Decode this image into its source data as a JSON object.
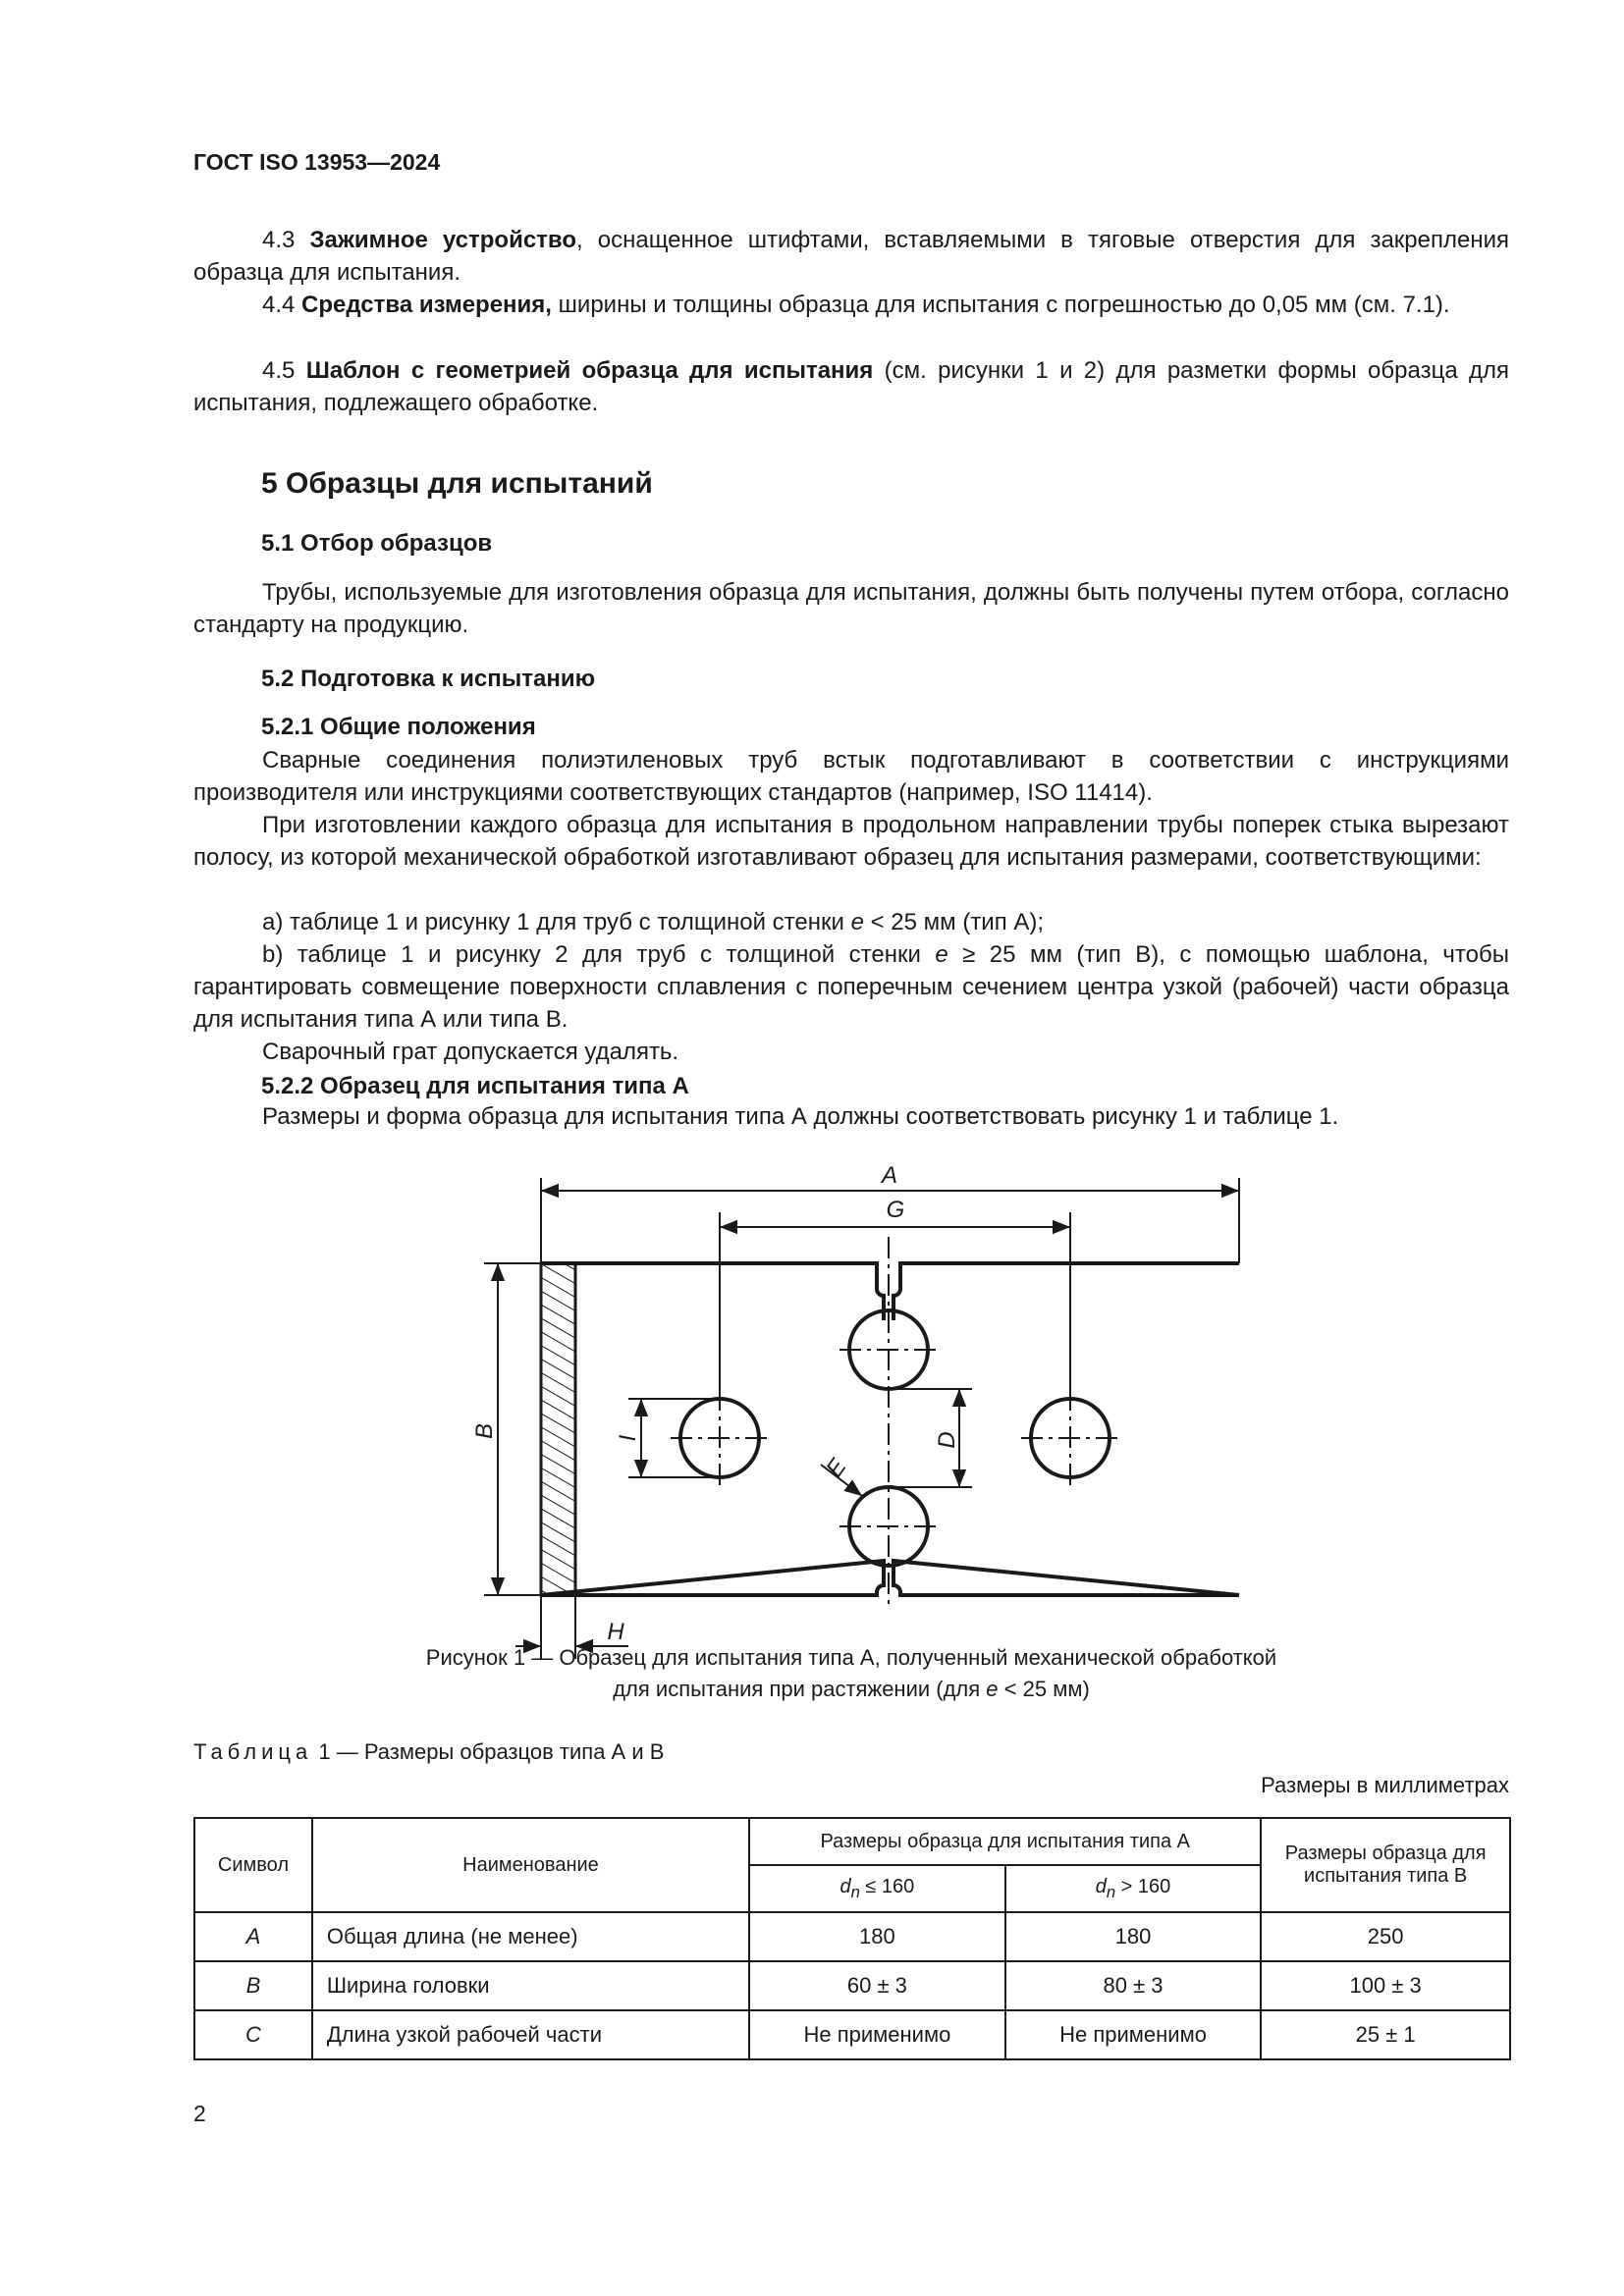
{
  "header": {
    "doc_code": "ГОСТ ISO 13953—2024"
  },
  "items": {
    "p43": {
      "num": "4.3",
      "term": "Зажимное устройство",
      "rest": ", оснащенное штифтами, вставляемыми в тяговые отверстия для закрепления образца для испытания."
    },
    "p44": {
      "num": "4.4",
      "term": "Средства измерения,",
      "rest": " ширины и толщины образца для испытания с погрешностью до 0,05 мм (см. 7.1)."
    },
    "p45": {
      "num": "4.5",
      "term": "Шаблон с геометрией образца для испытания",
      "rest": " (см. рисунки 1 и 2) для разметки формы образца для испытания, подлежащего обработке."
    }
  },
  "section5": {
    "title": "5  Образцы для испытаний",
    "s51_title": "5.1  Отбор образцов",
    "s51_text": "Трубы, используемые для изготовления образца для испытания, должны быть получены путем отбора, согласно стандарту на продукцию.",
    "s52_title": "5.2  Подготовка к испытанию",
    "s521_title": "5.2.1  Общие положения",
    "s521_p1": "Сварные соединения полиэтиленовых труб встык подготавливают в соответствии с инструкциями производителя или инструкциями соответствующих стандартов (например, ISO 11414).",
    "s521_p2": "При изготовлении каждого образца для испытания в продольном направлении трубы поперек сты­ка вырезают полосу, из которой механической обработкой изготавливают образец для испытания раз­мерами, соответствующими:",
    "s521_a_pre": "a)  таблице 1 и рисунку 1 для труб с толщиной стенки ",
    "s521_a_var": "e",
    "s521_a_post": " < 25 мм (тип А);",
    "s521_b_pre": "b)  таблице 1 и рисунку 2 для труб с толщиной стенки ",
    "s521_b_var": "e",
    "s521_b_post": " ≥ 25 мм (тип В), с помощью шаблона, чтобы гарантировать совмещение поверхности сплавления с поперечным сечением центра узкой (рабочей) части образца для испытания типа А или типа В.",
    "s521_p3": "Сварочный грат допускается удалять.",
    "s522_title": "5.2.2  Образец для испытания типа А",
    "s522_text": "Размеры и форма образца для испытания типа А должны соответствовать рисунку 1 и таблице 1."
  },
  "figure1": {
    "labels": {
      "A": "A",
      "G": "G",
      "B": "B",
      "I": "I",
      "D": "D",
      "E": "E",
      "H": "H"
    },
    "caption_line1": "Рисунок 1 — Образец для испытания типа А, полученный механической обработкой",
    "caption_line2_pre": "для испытания при растяжении (для ",
    "caption_line2_var": "e",
    "caption_line2_post": " < 25 мм)"
  },
  "table1": {
    "caption_spaced": "Таблица",
    "caption_rest": " 1 — Размеры образцов типа А и В",
    "units": "Размеры в миллиметрах",
    "col_symbol": "Символ",
    "col_name": "Наименование",
    "col_typeA": "Размеры образца для испытания типа А",
    "sub1_var": "d",
    "sub1_sub": "n",
    "sub1_rest": " ≤ 160",
    "sub2_var": "d",
    "sub2_sub": "n",
    "sub2_rest": " > 160",
    "col_typeB": "Размеры образца для испытания типа В",
    "rows": [
      {
        "symbol": "A",
        "name": "Общая длина (не менее)",
        "a1": "180",
        "a2": "180",
        "b": "250"
      },
      {
        "symbol": "B",
        "name": "Ширина головки",
        "a1": "60 ± 3",
        "a2": "80 ± 3",
        "b": "100 ± 3"
      },
      {
        "symbol": "C",
        "name": "Длина узкой рабочей части",
        "a1": "Не применимо",
        "a2": "Не применимо",
        "b": "25 ± 1"
      }
    ]
  },
  "page_number": "2"
}
